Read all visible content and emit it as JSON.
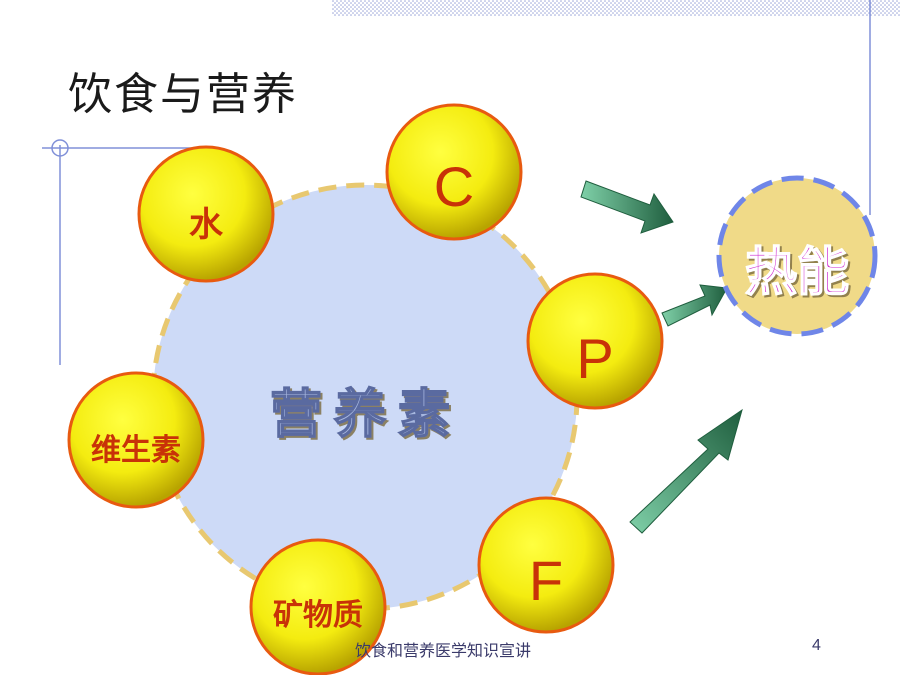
{
  "slide": {
    "title": "饮食与营养",
    "footer": "饮食和营养医学知识宣讲",
    "page_number": "4"
  },
  "diagram": {
    "center_label": "营养素",
    "nodes": [
      {
        "label": "水"
      },
      {
        "label": "C"
      },
      {
        "label": "P"
      },
      {
        "label": "F"
      },
      {
        "label": "矿物质"
      },
      {
        "label": "维生素"
      }
    ],
    "target_label": "热能"
  },
  "colors": {
    "node_fill_inner": "#ffff33",
    "node_fill_outer": "#c8b400",
    "node_stroke": "#e85a10",
    "node_text": "#c83208",
    "center_fill": "#cddaf7",
    "center_dash": "#e8c870",
    "target_fill": "#f0da88",
    "target_dash": "#6f86e8",
    "target_text": "#cc22cc",
    "arrow_dark": "#1f5e3e",
    "arrow_light": "#6fc29a"
  }
}
